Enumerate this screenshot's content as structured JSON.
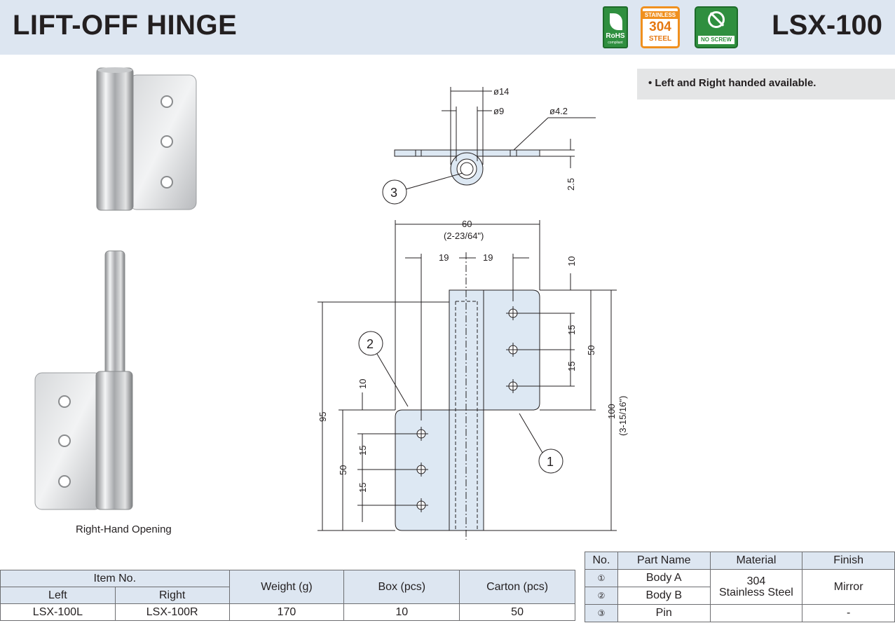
{
  "header": {
    "title": "LIFT-OFF HINGE",
    "model": "LSX-100",
    "badges": {
      "rohs": {
        "label": "RoHS",
        "sub": "compliant",
        "icon": "leaf-icon",
        "color": "#2f8f3f"
      },
      "steel": {
        "top": "STAINLESS",
        "num": "304",
        "bottom": "STEEL",
        "color": "#f0901e"
      },
      "noscrew": {
        "label": "NO SCREW",
        "icon": "no-screw-icon",
        "color": "#2f8f3f"
      }
    }
  },
  "note": "• Left and Right handed available.",
  "photo_caption": "Right-Hand Opening",
  "drawing": {
    "top_view": {
      "dim_outer": "ø14",
      "dim_inner": "ø9",
      "dim_hole": "ø4.2",
      "dim_thickness": "2.5",
      "callout": "3"
    },
    "front_view": {
      "width": "60",
      "width_inch": "(2-23/64\")",
      "hole_offset_left": "19",
      "hole_offset_right": "19",
      "top_margin": "10",
      "pitch_upper_1": "15",
      "pitch_upper_2": "15",
      "leaf_height_upper": "50",
      "total_height": "100",
      "total_height_inch": "(3-15/16\")",
      "height_95": "95",
      "lower_margin": "10",
      "pitch_lower_1": "15",
      "pitch_lower_2": "15",
      "leaf_height_lower": "50",
      "callout_body_a": "1",
      "callout_body_b": "2"
    }
  },
  "item_table": {
    "item_no": "Item No.",
    "left": "Left",
    "right": "Right",
    "weight": "Weight (g)",
    "box": "Box (pcs)",
    "carton": "Carton (pcs)",
    "row": {
      "left": "LSX-100L",
      "right": "LSX-100R",
      "weight": "170",
      "box": "10",
      "carton": "50"
    }
  },
  "parts_table": {
    "headers": {
      "no": "No.",
      "name": "Part Name",
      "material": "Material",
      "finish": "Finish"
    },
    "rows": [
      {
        "no": "①",
        "name": "Body A"
      },
      {
        "no": "②",
        "name": "Body B"
      },
      {
        "no": "③",
        "name": "Pin",
        "finish": "-"
      }
    ],
    "material_shared": "304\nStainless Steel",
    "material_line1": "304",
    "material_line2": "Stainless Steel",
    "finish_shared": "Mirror"
  }
}
